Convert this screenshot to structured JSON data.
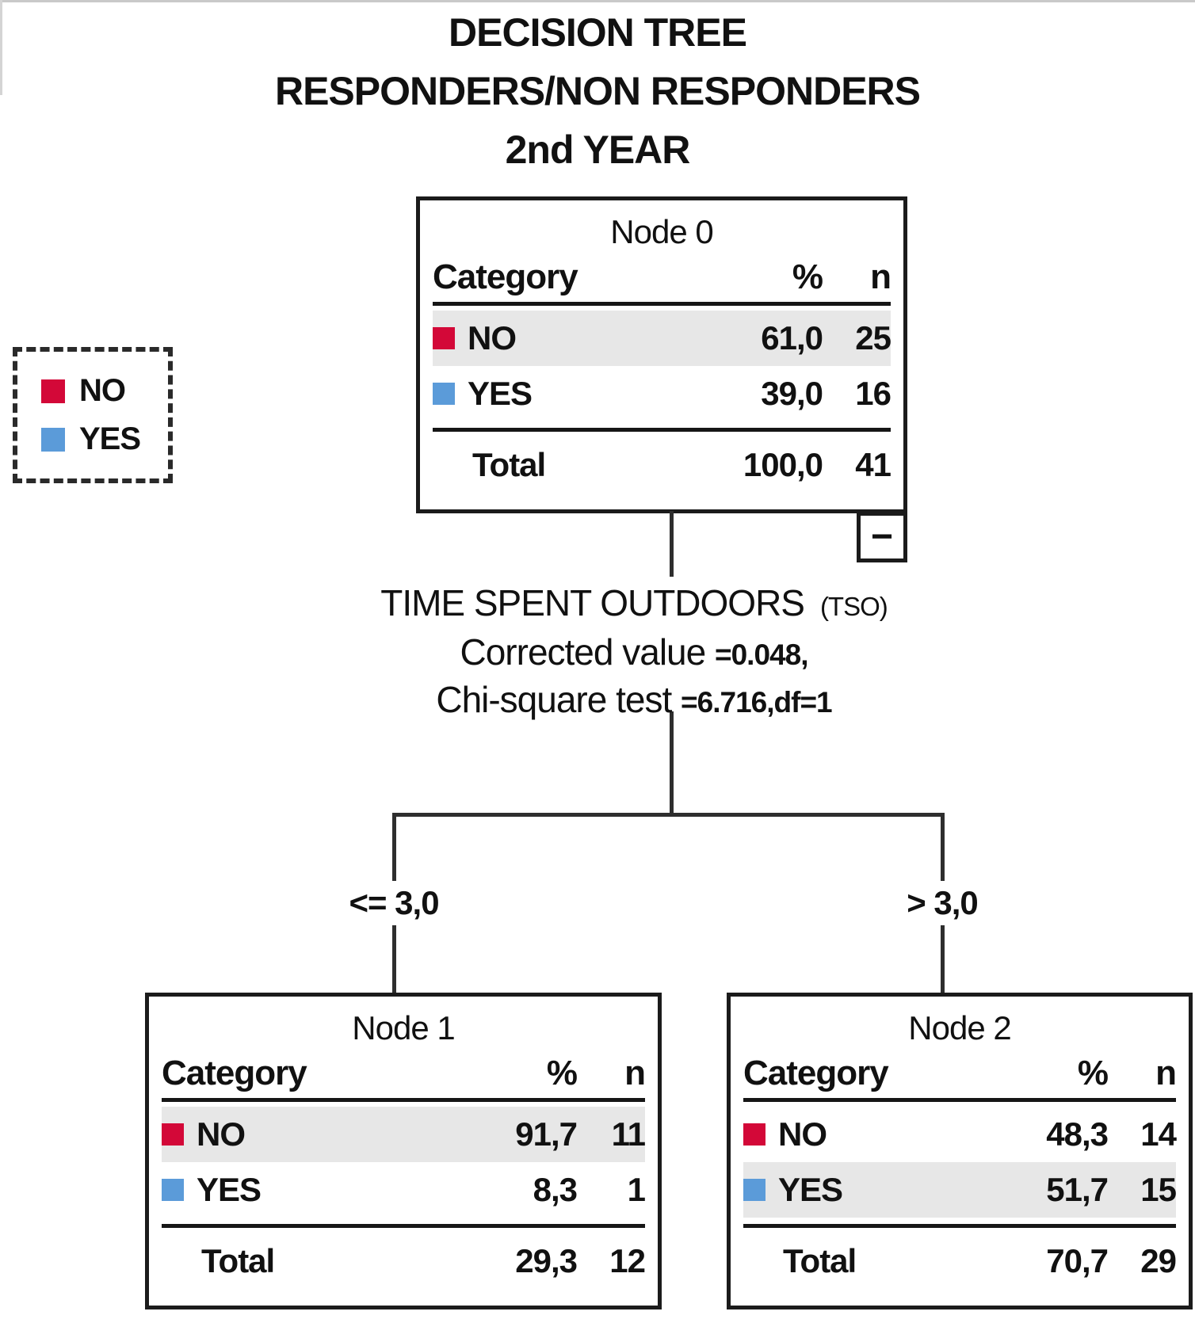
{
  "title": {
    "line1": "DECISION TREE",
    "line2": "RESPONDERS/NON RESPONDERS",
    "line3": "2nd YEAR"
  },
  "legend": {
    "items": [
      {
        "label": "NO",
        "color": "#d30838"
      },
      {
        "label": "YES",
        "color": "#5b9bd9"
      }
    ]
  },
  "table_headers": {
    "category": "Category",
    "pct": "%",
    "n": "n"
  },
  "nodes": [
    {
      "title": "Node 0",
      "rows": [
        {
          "label": "NO",
          "pct": "61,0",
          "n": "25",
          "color": "#d30838",
          "highlight": true
        },
        {
          "label": "YES",
          "pct": "39,0",
          "n": "16",
          "color": "#5b9bd9",
          "highlight": false
        }
      ],
      "total": {
        "label": "Total",
        "pct": "100,0",
        "n": "41"
      }
    },
    {
      "title": "Node 1",
      "rows": [
        {
          "label": "NO",
          "pct": "91,7",
          "n": "11",
          "color": "#d30838",
          "highlight": true
        },
        {
          "label": "YES",
          "pct": "8,3",
          "n": "1",
          "color": "#5b9bd9",
          "highlight": false
        }
      ],
      "total": {
        "label": "Total",
        "pct": "29,3",
        "n": "12"
      }
    },
    {
      "title": "Node 2",
      "rows": [
        {
          "label": "NO",
          "pct": "48,3",
          "n": "14",
          "color": "#d30838",
          "highlight": false
        },
        {
          "label": "YES",
          "pct": "51,7",
          "n": "15",
          "color": "#5b9bd9",
          "highlight": true
        }
      ],
      "total": {
        "label": "Total",
        "pct": "70,7",
        "n": "29"
      }
    }
  ],
  "split": {
    "variable": "TIME SPENT OUTDOORS",
    "abbr": "(TSO)",
    "stat1_label": "Corrected value",
    "stat1_value": "=0.048,",
    "stat2_label": "Chi-square test",
    "stat2_value": "=6.716,df=1"
  },
  "branches": {
    "left": "<= 3,0",
    "right": "> 3,0"
  },
  "node0_toggle": "−"
}
